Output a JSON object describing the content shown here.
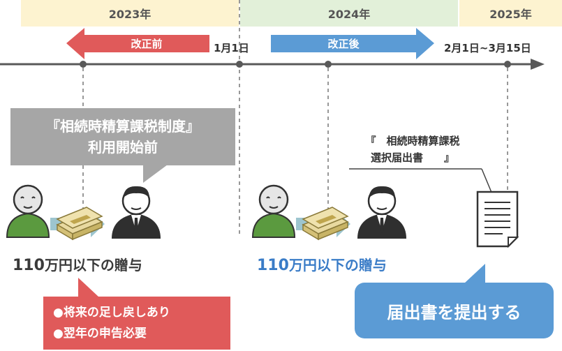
{
  "years": {
    "y2023": "2023年",
    "y2024": "2024年",
    "y2025": "2025年"
  },
  "timeline": {
    "before_label": "改正前",
    "after_label": "改正後",
    "date_jan1": "1月1日",
    "date_filing": "2月1日~3月15日"
  },
  "before_bubble": {
    "line1": "『相続時精算課税制度』",
    "line2": "利用開始前"
  },
  "after_note": {
    "line1": "『　相続時精算課税",
    "line2": "選択届出書　　』"
  },
  "gift_before": {
    "amount": "110",
    "text": "万円以下の贈与"
  },
  "gift_after": {
    "amount": "110",
    "text": "万円以下の贈与"
  },
  "consequences": {
    "bullet": "●",
    "items": [
      "将来の足し戻しあり",
      "翌年の申告必要"
    ]
  },
  "action_bubble": {
    "text": "届出書を提出する"
  },
  "colors": {
    "year_2023": "#FDF3D0",
    "year_2024": "#E2F0D9",
    "year_2025": "#FDF3D0",
    "before_red": "#E05A5A",
    "after_blue": "#5B9BD5",
    "gray_bubble": "#A6A6A6",
    "timeline": "#595959",
    "figure_green": "#5B9A3F",
    "figure_dark": "#2F2F2F",
    "blue_text": "#3A7CC7"
  }
}
